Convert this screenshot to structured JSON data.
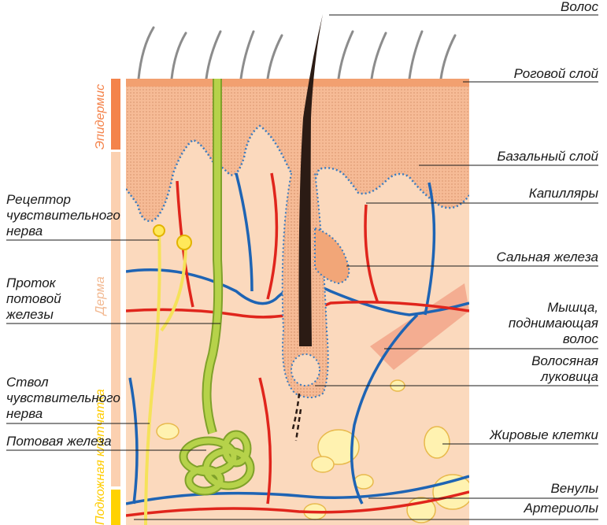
{
  "labels_left": [
    {
      "id": "nerve-receptor",
      "lines": [
        "Рецептор",
        "чувствительного",
        "нерва"
      ]
    },
    {
      "id": "sweat-duct",
      "lines": [
        "Проток",
        "потовой",
        "железы"
      ]
    },
    {
      "id": "nerve-trunk",
      "lines": [
        "Ствол",
        "чувствительного",
        "нерва"
      ]
    },
    {
      "id": "sweat-gland",
      "lines": [
        "Потовая железа"
      ]
    }
  ],
  "labels_right": [
    {
      "id": "hair",
      "lines": [
        "Волос"
      ]
    },
    {
      "id": "stratum-corneum",
      "lines": [
        "Роговой слой"
      ]
    },
    {
      "id": "basal-layer",
      "lines": [
        "Базальный слой"
      ]
    },
    {
      "id": "capillaries",
      "lines": [
        "Капилляры"
      ]
    },
    {
      "id": "sebaceous-gland",
      "lines": [
        "Сальная железа"
      ]
    },
    {
      "id": "arrector-muscle",
      "lines": [
        "Мышца,",
        "поднимающая",
        "волос"
      ]
    },
    {
      "id": "hair-bulb",
      "lines": [
        "Волосяная",
        "луковица"
      ]
    },
    {
      "id": "fat-cells",
      "lines": [
        "Жировые клетки"
      ]
    },
    {
      "id": "venules",
      "lines": [
        "Венулы"
      ]
    },
    {
      "id": "arterioles",
      "lines": [
        "Артериолы"
      ]
    }
  ],
  "layers": {
    "epidermis": "Эпидермис",
    "dermis": "Дерма",
    "hypodermis": "Подкожная клетчатка"
  },
  "colors": {
    "epidermis_bar": "#f4834b",
    "dermis_bar": "#fbd0b0",
    "hypodermis_bar": "#ffd200",
    "skin": "#fbd9bd",
    "artery": "#e0251c",
    "vein": "#1e64b4",
    "nerve": "#f5e25a",
    "sweat_gland": "#a8c83a",
    "hair": "#2b1b14"
  }
}
